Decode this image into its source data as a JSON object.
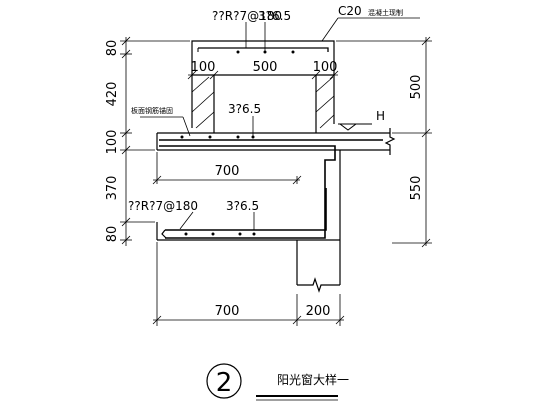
{
  "labels": {
    "top_rebar": "??R?7@180",
    "top_bar": "3?6.5",
    "concrete": "C20",
    "concrete_note": "混凝土现制",
    "mid_note": "板面钢筋锚固",
    "mid_bar": "3?6.5",
    "level_mark": "H",
    "low_rebar": "??R?7@180",
    "low_bar": "3?6.5"
  },
  "dims": {
    "left_80_top": "80",
    "left_420": "420",
    "left_100": "100",
    "left_370": "370",
    "left_80_bottom": "80",
    "right_500": "500",
    "right_550": "550",
    "wall_left": "100",
    "inner_500": "500",
    "wall_right": "100",
    "ledge_700": "700",
    "bottom_700": "700",
    "bottom_200": "200"
  },
  "title": {
    "number": "2",
    "text": "阳光窗大样一"
  }
}
